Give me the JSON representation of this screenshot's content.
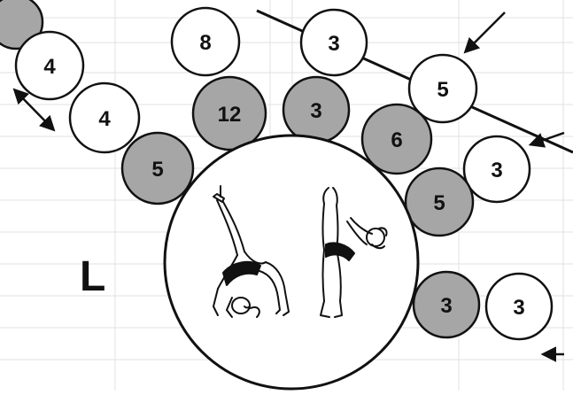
{
  "diagram": {
    "big_letter": "L",
    "circles": [
      {
        "id": "c-edge",
        "label": "",
        "fill": "gray"
      },
      {
        "id": "c-4a",
        "label": "4",
        "fill": "white"
      },
      {
        "id": "c-4b",
        "label": "4",
        "fill": "white"
      },
      {
        "id": "c-5a",
        "label": "5",
        "fill": "gray"
      },
      {
        "id": "c-8",
        "label": "8",
        "fill": "white"
      },
      {
        "id": "c-12",
        "label": "12",
        "fill": "gray"
      },
      {
        "id": "c-3a",
        "label": "3",
        "fill": "white"
      },
      {
        "id": "c-3b",
        "label": "3",
        "fill": "gray"
      },
      {
        "id": "c-5b",
        "label": "5",
        "fill": "white"
      },
      {
        "id": "c-6",
        "label": "6",
        "fill": "gray"
      },
      {
        "id": "c-3c",
        "label": "3",
        "fill": "white"
      },
      {
        "id": "c-5c",
        "label": "5",
        "fill": "gray"
      },
      {
        "id": "c-3d",
        "label": "3",
        "fill": "gray"
      },
      {
        "id": "c-3e",
        "label": "3",
        "fill": "white"
      }
    ],
    "colors": {
      "gray_fill": "#a6a6a6",
      "white_fill": "#ffffff",
      "stroke": "#111111",
      "grid": "#e2e2e2"
    },
    "illustration": "two gymnasts performing backbend / handstand movements inside the central circle"
  }
}
